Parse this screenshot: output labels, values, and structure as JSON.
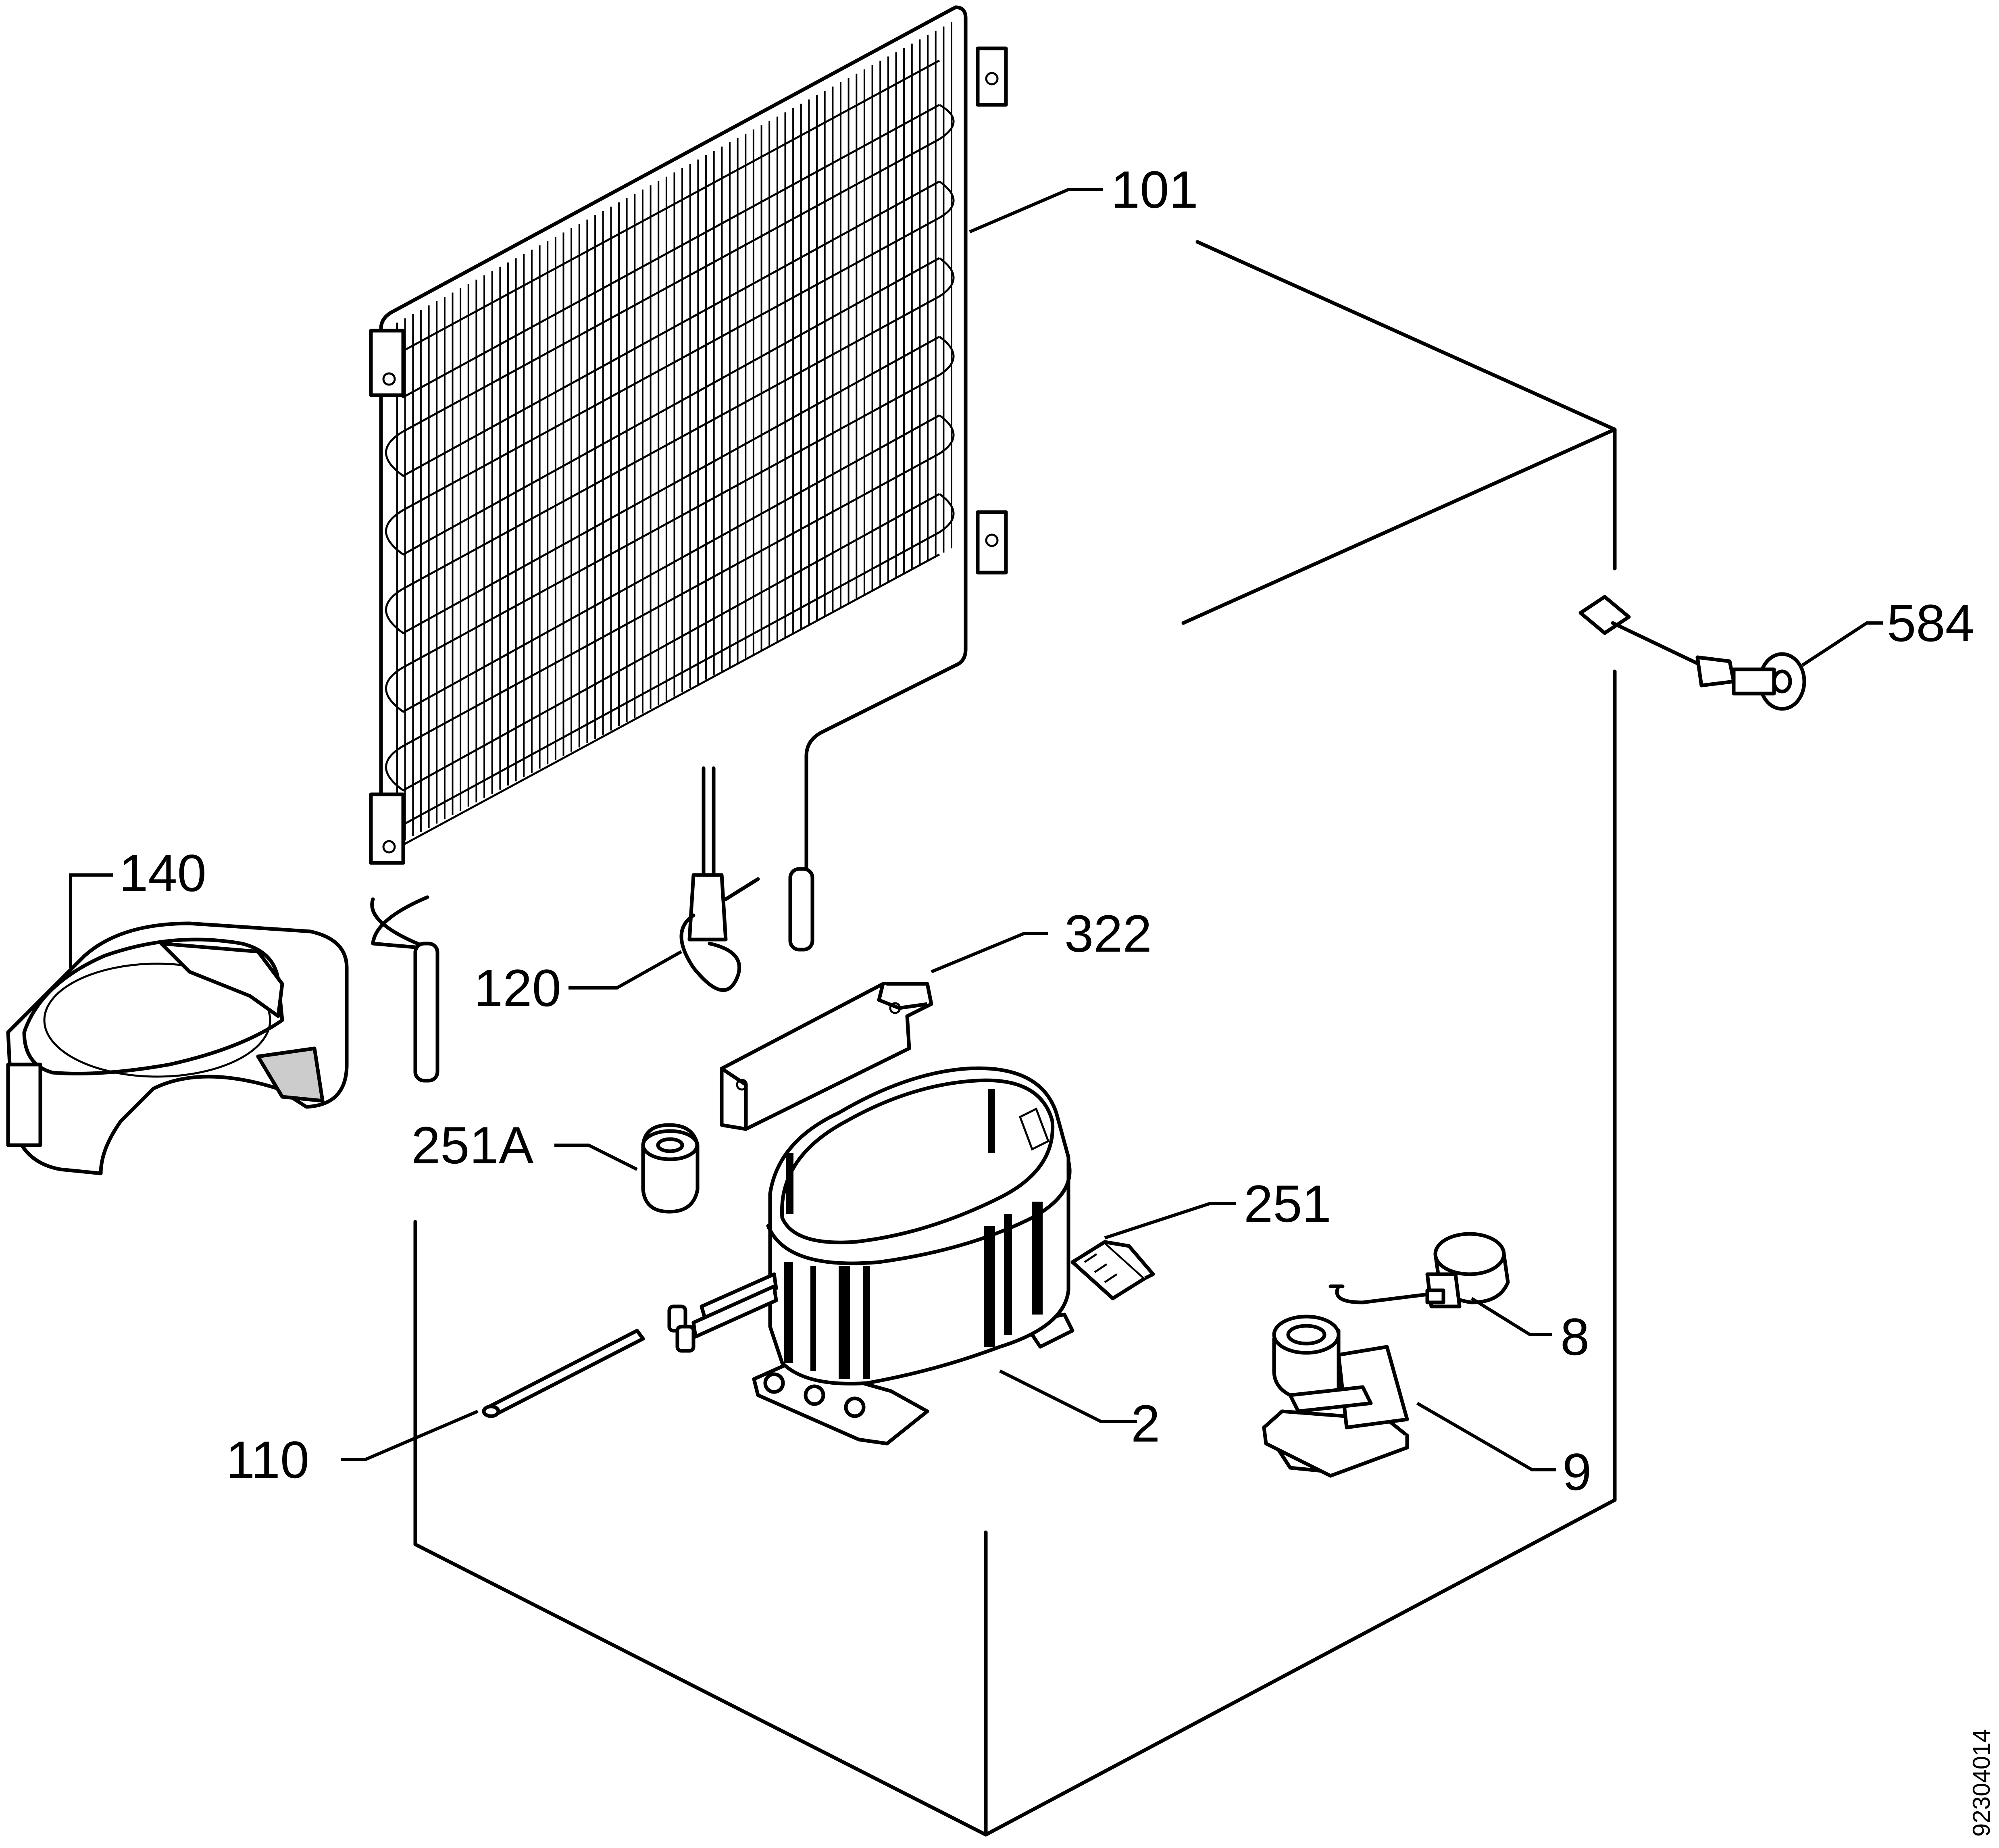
{
  "diagram": {
    "parts": [
      {
        "id": "condenser",
        "label": "101"
      },
      {
        "id": "capillary-tube",
        "label": "120"
      },
      {
        "id": "drip-tray",
        "label": "140"
      },
      {
        "id": "bracket",
        "label": "322"
      },
      {
        "id": "grommet",
        "label": "251A"
      },
      {
        "id": "compressor",
        "label": "2"
      },
      {
        "id": "connector",
        "label": "251"
      },
      {
        "id": "dryer-tube",
        "label": "110"
      },
      {
        "id": "relay",
        "label": "8"
      },
      {
        "id": "starter",
        "label": "9"
      },
      {
        "id": "sensor-cable",
        "label": "584"
      }
    ],
    "document_number": "92304014"
  },
  "colors": {
    "ink": "#000000",
    "background": "#ffffff"
  }
}
